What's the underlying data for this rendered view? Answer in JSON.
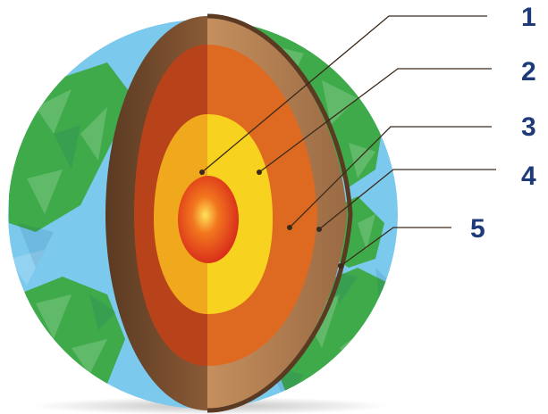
{
  "labels": [
    {
      "id": "1",
      "text": "1"
    },
    {
      "id": "2",
      "text": "2"
    },
    {
      "id": "3",
      "text": "3"
    },
    {
      "id": "4",
      "text": "4"
    },
    {
      "id": "5",
      "text": "5"
    }
  ],
  "colors": {
    "label_text": "#1f3a78",
    "leader_line": "#3a2a1c",
    "ocean": "#6ec3ec",
    "land": "#3faa4a",
    "crust": "#c79a6b",
    "mantle": "#d4561f",
    "outer_core": "#f3c21e",
    "inner_core": "#e0321a"
  }
}
